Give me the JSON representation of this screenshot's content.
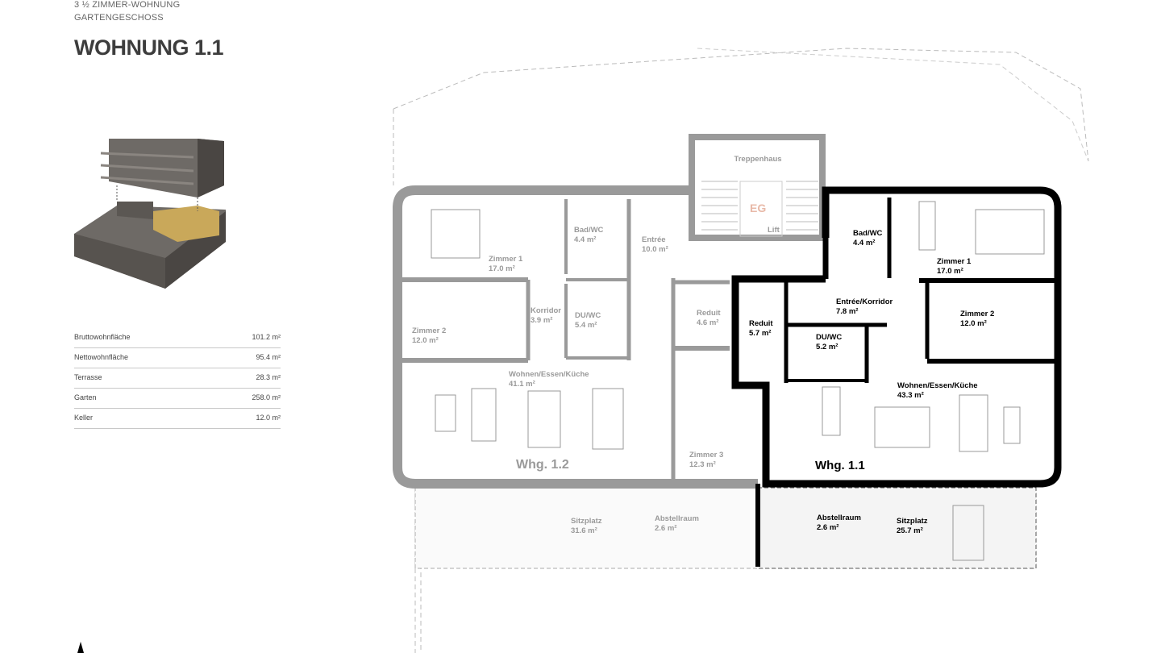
{
  "header": {
    "subtitle1": "3 ½ ZIMMER-WOHNUNG",
    "subtitle2": "GARTENGESCHOSS",
    "title": "WOHNUNG 1.1"
  },
  "areas": [
    {
      "label": "Bruttowohnfläche",
      "value": "101.2 m²"
    },
    {
      "label": "Nettowohnfläche",
      "value": "95.4 m²"
    },
    {
      "label": "Terrasse",
      "value": "28.3 m²"
    },
    {
      "label": "Garten",
      "value": "258.0 m²"
    },
    {
      "label": "Keller",
      "value": "12.0 m²"
    }
  ],
  "colors": {
    "highlight_unit": "#000000",
    "other_unit": "#9a9a9a",
    "model_highlight": "#c9a85a",
    "model_body": "#6e6a66",
    "eg_label": "#e8b9a8"
  },
  "plan": {
    "core": {
      "stair": "Treppenhaus",
      "floor": "EG",
      "lift": "Lift"
    },
    "whg12": {
      "name": "Whg. 1.2",
      "rooms": [
        {
          "name": "Zimmer 1",
          "area": "17.0 m²"
        },
        {
          "name": "Bad/WC",
          "area": "4.4 m²"
        },
        {
          "name": "Entrée",
          "area": "10.0 m²"
        },
        {
          "name": "Korridor",
          "area": "3.9 m²"
        },
        {
          "name": "DU/WC",
          "area": "5.4 m²"
        },
        {
          "name": "Reduit",
          "area": "4.6 m²"
        },
        {
          "name": "Zimmer 2",
          "area": "12.0 m²"
        },
        {
          "name": "Wohnen/Essen/Küche",
          "area": "41.1 m²"
        },
        {
          "name": "Zimmer 3",
          "area": "12.3 m²"
        },
        {
          "name": "Sitzplatz",
          "area": "31.6 m²"
        },
        {
          "name": "Abstellraum",
          "area": "2.6 m²"
        }
      ]
    },
    "whg11": {
      "name": "Whg. 1.1",
      "rooms": [
        {
          "name": "Bad/WC",
          "area": "4.4 m²"
        },
        {
          "name": "Zimmer 1",
          "area": "17.0 m²"
        },
        {
          "name": "Entrée/Korridor",
          "area": "7.8 m²"
        },
        {
          "name": "Reduit",
          "area": "5.7 m²"
        },
        {
          "name": "Zimmer 2",
          "area": "12.0 m²"
        },
        {
          "name": "DU/WC",
          "area": "5.2 m²"
        },
        {
          "name": "Wohnen/Essen/Küche",
          "area": "43.3 m²"
        },
        {
          "name": "Abstellraum",
          "area": "2.6 m²"
        },
        {
          "name": "Sitzplatz",
          "area": "25.7 m²"
        }
      ]
    }
  }
}
